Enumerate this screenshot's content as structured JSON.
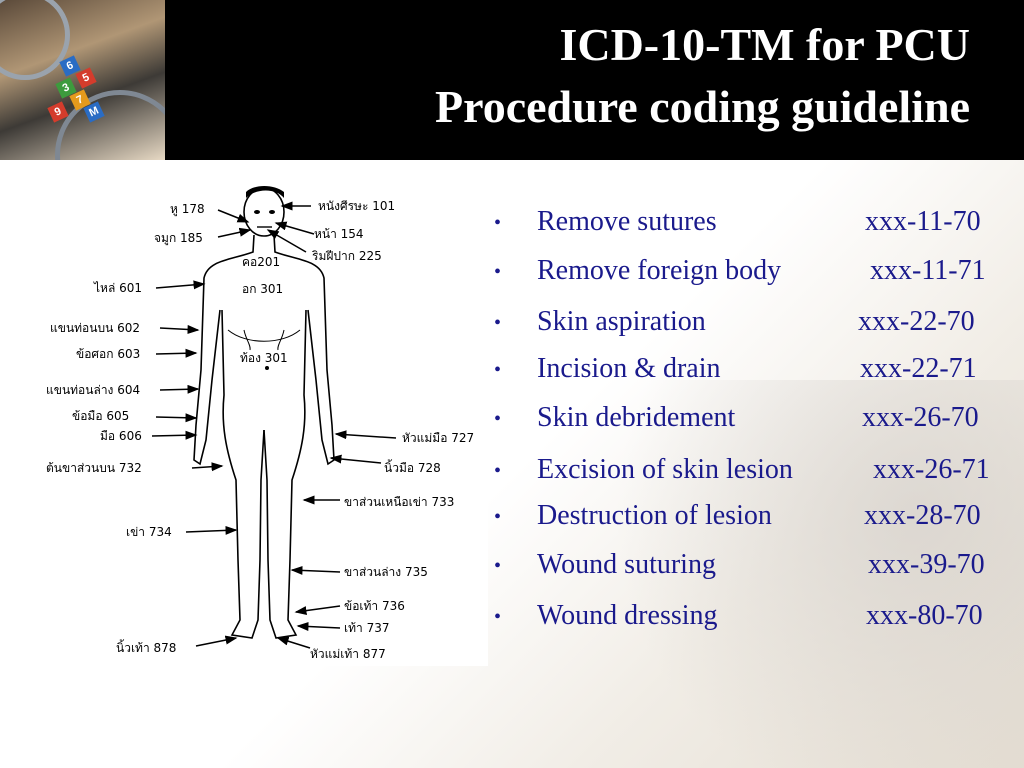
{
  "slide": {
    "title_line1": "ICD-10-TM for PCU",
    "title_line2": "Procedure coding guideline",
    "title_color": "#ffffff",
    "bullet_color": "#1a1a8c"
  },
  "figure": {
    "labels": {
      "ear": "หู 178",
      "nose": "จมูก 185",
      "scalp": "หนังศีรษะ 101",
      "face": "หน้า 154",
      "lip": "ริมฝีปาก 225",
      "neck": "คอ201",
      "chest": "อก 301",
      "shoulder": "ไหล่ 601",
      "upper_arm": "แขนท่อนบน 602",
      "elbow": "ข้อศอก 603",
      "abdomen": "ท้อง 301",
      "forearm": "แขนท่อนล่าง 604",
      "wrist": "ข้อมือ 605",
      "hand": "มือ 606",
      "thumb": "หัวแม่มือ 727",
      "finger": "นิ้วมือ  728",
      "thigh": "ต้นขาส่วนบน 732",
      "above_knee": "ขาส่วนเหนือเข่า 733",
      "knee": "เข่า 734",
      "lower_leg": "ขาส่วนล่าง 735",
      "ankle": "ข้อเท้า 736",
      "foot": "เท้า 737",
      "toe": "นิ้วเท้า    878",
      "big_toe": "หัวแม่เท้า 877"
    }
  },
  "procedures": [
    {
      "name": "Remove sutures",
      "code": "xxx-11-70"
    },
    {
      "name": "Remove foreign body",
      "code": "xxx-11-71"
    },
    {
      "name": "Skin aspiration",
      "code": "xxx-22-70"
    },
    {
      "name": "Incision & drain",
      "code": "xxx-22-71"
    },
    {
      "name": "Skin debridement",
      "code": "xxx-26-70"
    },
    {
      "name": "Excision of skin lesion",
      "code": "xxx-26-71"
    },
    {
      "name": "Destruction of lesion",
      "code": "xxx-28-70"
    },
    {
      "name": "Wound suturing",
      "code": "xxx-39-70"
    },
    {
      "name": "Wound dressing",
      "code": "xxx-80-70"
    }
  ]
}
